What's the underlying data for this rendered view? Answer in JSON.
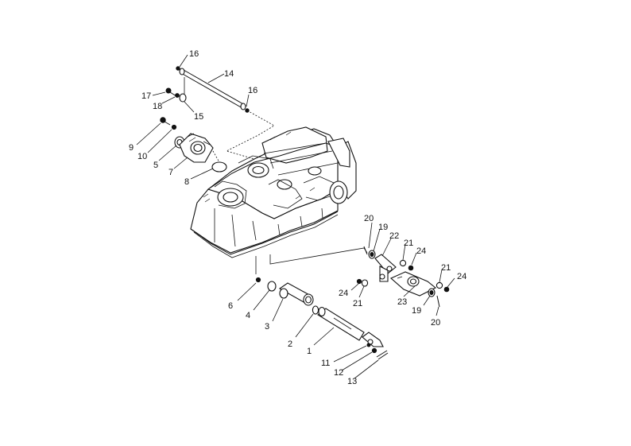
{
  "diagram": {
    "labels": {
      "l16a": "16",
      "l14": "14",
      "l16b": "16",
      "l17": "17",
      "l18": "18",
      "l15": "15",
      "l9": "9",
      "l10": "10",
      "l5": "5",
      "l7": "7",
      "l8": "8",
      "l20a": "20",
      "l19a": "19",
      "l22": "22",
      "l21a": "21",
      "l24a": "24",
      "l21b": "21",
      "l24b": "24",
      "l24c": "24",
      "l21c": "21",
      "l23": "23",
      "l19b": "19",
      "l20b": "20",
      "l6": "6",
      "l4": "4",
      "l3": "3",
      "l2": "2",
      "l1": "1",
      "l11": "11",
      "l12": "12",
      "l13": "13"
    },
    "colors": {
      "ink": "#111111",
      "paper": "#ffffff"
    }
  }
}
